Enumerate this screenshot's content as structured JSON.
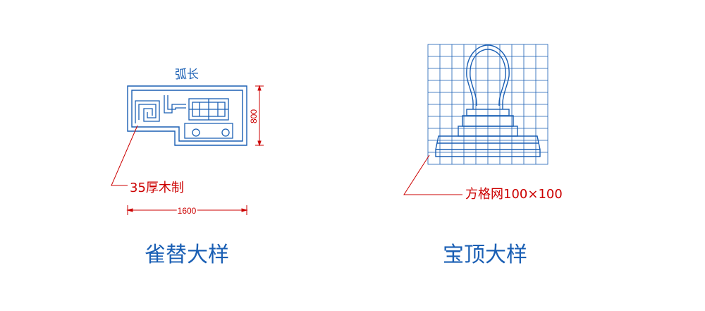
{
  "left_detail": {
    "title": "雀替大样",
    "arc_label": "弧长",
    "material_note": "35厚木制",
    "width_dim": "1600",
    "height_dim": "800"
  },
  "right_detail": {
    "title": "宝顶大样",
    "grid_note": "方格网100×100"
  },
  "colors": {
    "line_blue": "#1a5fb4",
    "annotation_red": "#cc0000"
  }
}
